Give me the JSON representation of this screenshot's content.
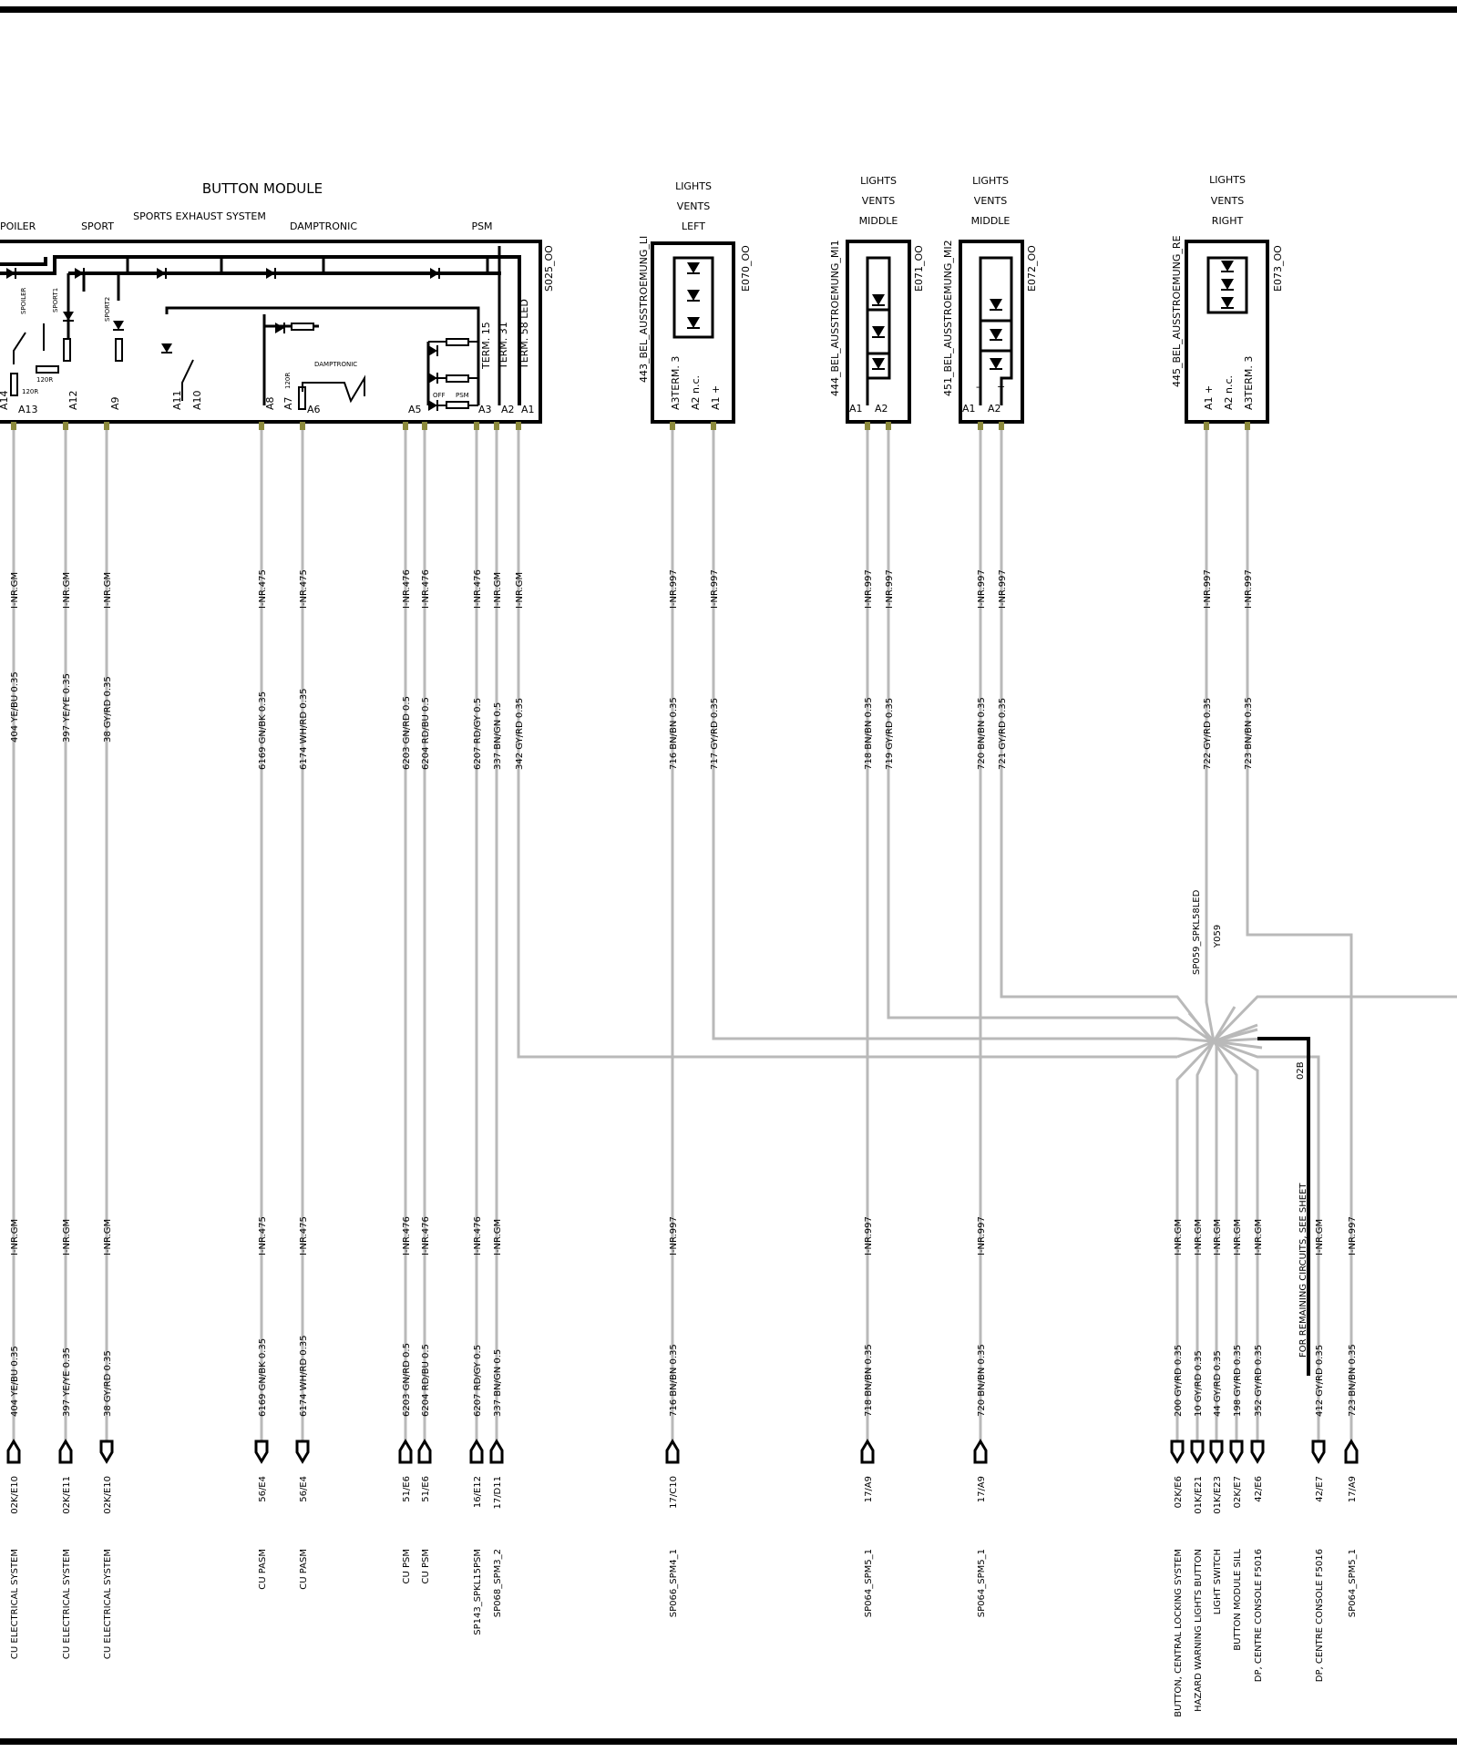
{
  "modules": {
    "button_module": {
      "title": "BUTTON MODULE",
      "subtitle": "SPORTS EXHAUST SYSTEM",
      "sections": [
        "POILER",
        "SPORT",
        "DAMPTRONIC",
        "PSM"
      ],
      "id": "S025_OO",
      "inner_labels": [
        "SPOILER",
        "SPORT1",
        "SPORT2",
        "120R",
        "120R",
        "120R",
        "DAMPTRONIC",
        "OFF",
        "PSM",
        "TERM. 15",
        "TERM. 31",
        "TERM. 58 LED"
      ],
      "pins": [
        "A14",
        "A13",
        "A12",
        "A9",
        "A11",
        "A10",
        "A8",
        "A7",
        "A6",
        "A5",
        "A3",
        "A2",
        "A1"
      ]
    },
    "lights_left": {
      "title": [
        "LIGHTS",
        "VENTS",
        "LEFT"
      ],
      "part": "443_BEL_AUSSTROEMUNG_LI",
      "id": "E070_OO",
      "pin_labels": [
        "A3TERM. 3",
        "A2  n.c.",
        "A1  +"
      ]
    },
    "lights_middle1": {
      "title": [
        "LIGHTS",
        "VENTS",
        "MIDDLE"
      ],
      "part": "444_BEL_AUSSTROEMUNG_MI1",
      "id": "E071_OO",
      "pins": [
        "A1",
        "A2"
      ]
    },
    "lights_middle2": {
      "title": [
        "LIGHTS",
        "VENTS",
        "MIDDLE"
      ],
      "part": "451_BEL_AUSSTROEMUNG_MI2",
      "id": "E072_OO",
      "pins": [
        "A1",
        "A2"
      ],
      "marks": [
        "-",
        "+"
      ]
    },
    "lights_right": {
      "title": [
        "LIGHTS",
        "VENTS",
        "RIGHT"
      ],
      "part": "445_BEL_AUSSTROEMUNG_RE",
      "id": "E073_OO",
      "pin_labels": [
        "A1  +",
        "A2  n.c.",
        "A3TERM. 3"
      ]
    }
  },
  "splice": {
    "name": "SP059_SPKL58LED",
    "code": "Y059"
  },
  "note": {
    "ref": "02B",
    "text": "FOR  REMAINING  CIRCUITS,  SEE SHEET"
  },
  "wires_top": [
    {
      "nr": "I-NR.GM",
      "label": "404 YE/BU 0.35"
    },
    {
      "nr": "I-NR.GM",
      "label": "397 YE/YE 0.35"
    },
    {
      "nr": "I-NR.GM",
      "label": "38 GY/RD 0.35"
    },
    {
      "nr": "I-NR.475",
      "label": "6169 GN/BK 0.35"
    },
    {
      "nr": "I-NR.475",
      "label": "6174 WH/RD 0.35"
    },
    {
      "nr": "I-NR.476",
      "label": "6203 GN/RD 0.5"
    },
    {
      "nr": "I-NR.476",
      "label": "6204 RD/BU 0.5"
    },
    {
      "nr": "I-NR.476",
      "label": "6207 RD/GY 0.5"
    },
    {
      "nr": "I-NR.GM",
      "label": "337 BN/GN 0.5"
    },
    {
      "nr": "I-NR.GM",
      "label": "342 GY/RD 0.35"
    },
    {
      "nr": "I-NR.997",
      "label": "716 BN/BN 0.35"
    },
    {
      "nr": "I-NR.997",
      "label": "717 GY/RD 0.35"
    },
    {
      "nr": "I-NR.997",
      "label": "718 BN/BN 0.35"
    },
    {
      "nr": "I-NR.997",
      "label": "719 GY/RD 0.35"
    },
    {
      "nr": "I-NR.997",
      "label": "720 BN/BN 0.35"
    },
    {
      "nr": "I-NR.997",
      "label": "721 GY/RD 0.35"
    },
    {
      "nr": "I-NR.997",
      "label": "722 GY/RD 0.35"
    },
    {
      "nr": "I-NR.997",
      "label": "723 BN/BN 0.35"
    }
  ],
  "wires_bottom": [
    {
      "nr": "I-NR.GM",
      "label": "404 YE/BU 0.35",
      "ref": "02K/E10",
      "dest": "CU ELECTRICAL SYSTEM"
    },
    {
      "nr": "I-NR.GM",
      "label": "397 YE/YE 0.35",
      "ref": "02K/E11",
      "dest": "CU ELECTRICAL SYSTEM"
    },
    {
      "nr": "I-NR.GM",
      "label": "38 GY/RD 0.35",
      "ref": "02K/E10",
      "dest": "CU ELECTRICAL SYSTEM"
    },
    {
      "nr": "I-NR.475",
      "label": "6169 GN/BK 0.35",
      "ref": "56/E4",
      "dest": "CU PASM"
    },
    {
      "nr": "I-NR.475",
      "label": "6174 WH/RD 0.35",
      "ref": "56/E4",
      "dest": "CU PASM"
    },
    {
      "nr": "I-NR.476",
      "label": "6203 GN/RD 0.5",
      "ref": "51/E6",
      "dest": "CU PSM"
    },
    {
      "nr": "I-NR.476",
      "label": "6204 RD/BU 0.5",
      "ref": "51/E6",
      "dest": "CU PSM"
    },
    {
      "nr": "I-NR.476",
      "label": "6207 RD/GY 0.5",
      "ref": "16/E12",
      "dest": "SP143_SPKL15PSM"
    },
    {
      "nr": "I-NR.GM",
      "label": "337 BN/GN 0.5",
      "ref": "17/D11",
      "dest": "SP068_SPM3_2"
    },
    {
      "nr": "I-NR.997",
      "label": "716 BN/BN 0.35",
      "ref": "17/C10",
      "dest": "SP066_SPM4_1"
    },
    {
      "nr": "I-NR.997",
      "label": "718 BN/BN 0.35",
      "ref": "17/A9",
      "dest": "SP064_SPM5_1"
    },
    {
      "nr": "I-NR.997",
      "label": "720 BN/BN 0.35",
      "ref": "17/A9",
      "dest": "SP064_SPM5_1"
    },
    {
      "nr": "I-NR.GM",
      "label": "200 GY/RD 0.35",
      "ref": "02K/E6",
      "dest": "BUTTON, CENTRAL LOCKING SYSTEM"
    },
    {
      "nr": "I-NR.GM",
      "label": "10 GY/RD 0.35",
      "ref": "01K/E21",
      "dest": "HAZARD WARNING LIGHTS BUTTON"
    },
    {
      "nr": "I-NR.GM",
      "label": "44 GY/RD 0.35",
      "ref": "01K/E23",
      "dest": "LIGHT SWITCH"
    },
    {
      "nr": "I-NR.GM",
      "label": "198 GY/RD 0.35",
      "ref": "02K/E7",
      "dest": "BUTTON MODULE  SILL"
    },
    {
      "nr": "I-NR.GM",
      "label": "352 GY/RD 0.35",
      "ref": "42/E6",
      "dest": "DP, CENTRE CONSOLE F5016"
    },
    {
      "nr": "I-NR.GM",
      "label": "412 GY/RD 0.35",
      "ref": "42/E7",
      "dest": "DP, CENTRE CONSOLE F5016"
    },
    {
      "nr": "I-NR.997",
      "label": "723 BN/BN 0.35",
      "ref": "17/A9",
      "dest": "SP064_SPM5_1"
    }
  ]
}
